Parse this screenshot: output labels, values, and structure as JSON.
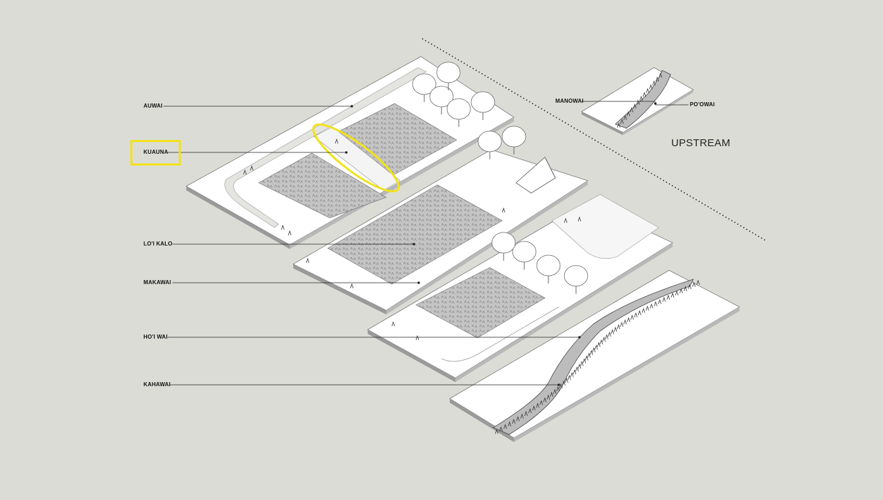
{
  "labels": {
    "auwai": "AUWAI",
    "kuauna": "KUAUNA",
    "loi_kalo": "LO'I KALO",
    "makawai": "MAKAWAI",
    "hoi_wai": "HO'I WAI",
    "kahawai": "KAHAWAI",
    "manowai": "MANOWAI",
    "poowai": "PO'OWAI",
    "upstream": "UPSTREAM"
  },
  "colors": {
    "background": "#dcdcd7",
    "highlight": "#f2e21a",
    "ground": "#ffffff",
    "taro_field": "#bdbdbd",
    "edge": "#555555"
  },
  "highlighted_label": "KUAUNA"
}
